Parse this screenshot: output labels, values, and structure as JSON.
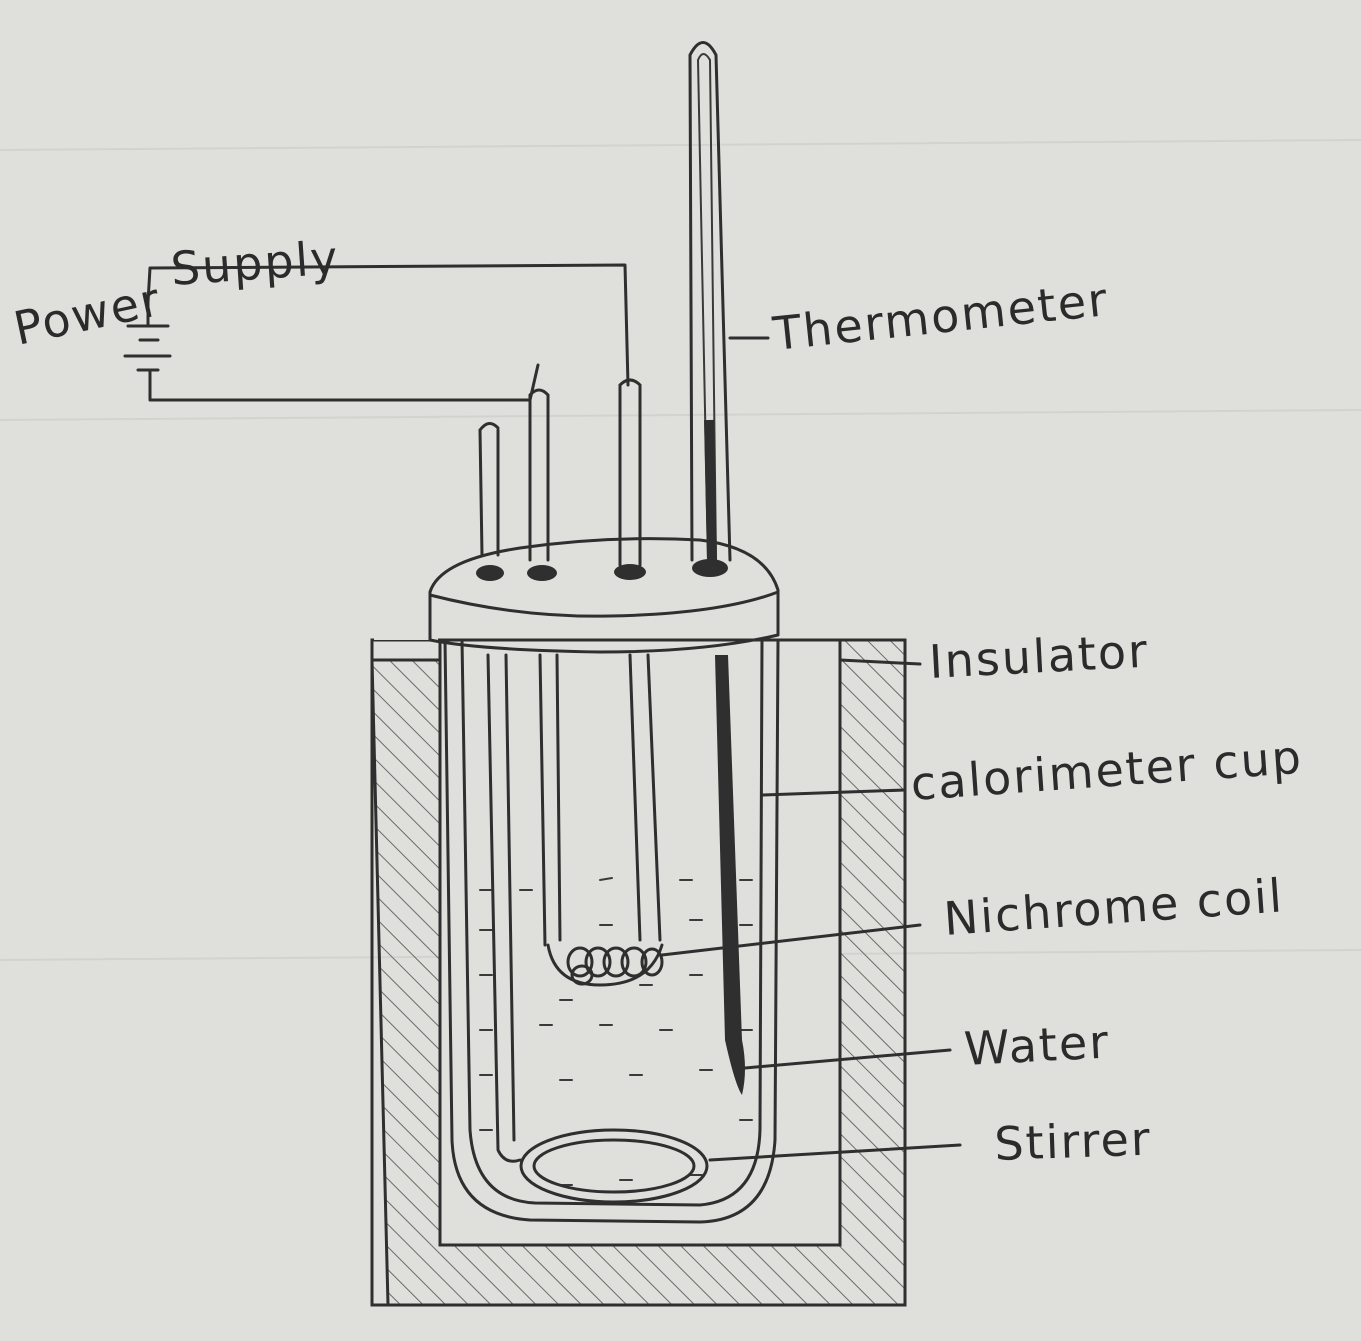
{
  "labels": {
    "power": "Power",
    "supply": "Supply",
    "thermometer": "Thermometer",
    "insulator": "Insulator",
    "calorimeter_cup": "calorimeter cup",
    "nichrome_coil": "Nichrome coil",
    "water": "Water",
    "stirrer": "Stirrer"
  },
  "colors": {
    "paper": "#dfe0dc",
    "ink": "#2f2f2f",
    "hatch": "#6b6b6b"
  }
}
